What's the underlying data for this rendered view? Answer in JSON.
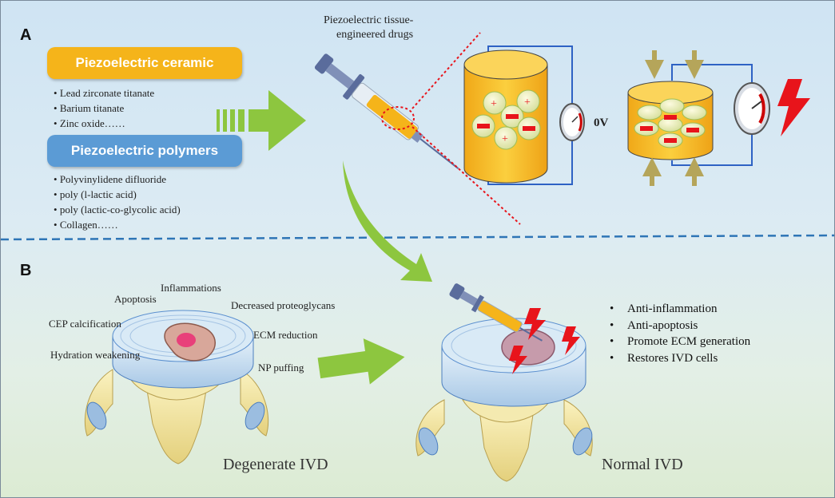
{
  "panel_a": {
    "label": "A",
    "ceramic": {
      "title": "Piezoelectric ceramic",
      "items": [
        "Lead zirconate titanate",
        "Barium titanate",
        "Zinc oxide……"
      ]
    },
    "polymers": {
      "title": "Piezoelectric polymers",
      "items": [
        "Polyvinylidene difluoride",
        "poly (l-lactic acid)",
        "poly (lactic-co-glycolic acid)",
        "Collagen……"
      ]
    },
    "drug_label_line1": "Piezoelectric tissue-",
    "drug_label_line2": "engineered drugs",
    "voltage_label": "0V"
  },
  "panel_b": {
    "label": "B",
    "degenerate_labels": [
      "Apoptosis",
      "Inflammations",
      "Decreased proteoglycans",
      "CEP calcification",
      "ECM reduction",
      "Hydration weakening",
      "NP puffing"
    ],
    "degenerate_caption": "Degenerate IVD",
    "normal_caption": "Normal IVD",
    "effects": [
      "Anti-inflammation",
      "Anti-apoptosis",
      "Promote ECM generation",
      "Restores  IVD cells"
    ]
  },
  "colors": {
    "ceramic": "#f5b41a",
    "polymers": "#5b9bd5",
    "arrow_green": "#8dc63f",
    "divider": "#2e75b6",
    "lightning": "#e8141b",
    "cylinder": "#f7c030"
  }
}
